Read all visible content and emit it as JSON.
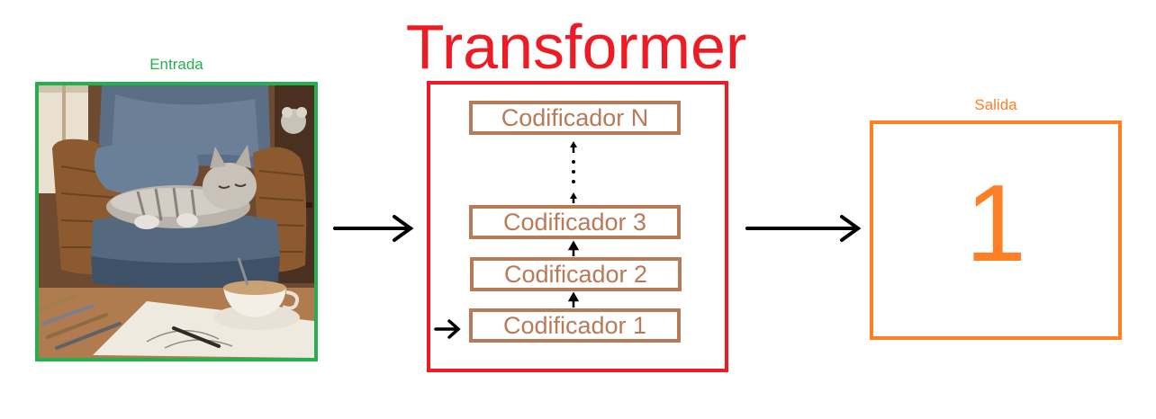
{
  "input": {
    "label": "Entrada",
    "image_subject": "kitten-sleeping-on-armchair"
  },
  "transformer": {
    "title": "Transformer",
    "encoders": [
      "Codificador N",
      "Codificador 3",
      "Codificador 2",
      "Codificador 1"
    ]
  },
  "output": {
    "label": "Salida",
    "value": "1"
  },
  "colors": {
    "input": "#22b14c",
    "transformer": "#ed1c24",
    "encoder": "#b97a57",
    "output": "#ff7f27",
    "arrow": "#000000"
  }
}
